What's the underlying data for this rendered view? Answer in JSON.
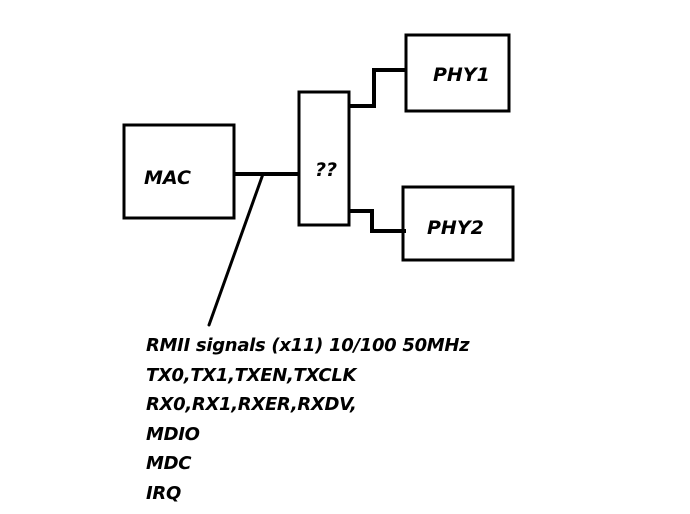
{
  "blocks": {
    "mac": "MAC",
    "mux": "??",
    "phy1": "PHY1",
    "phy2": "PHY2"
  },
  "notes": [
    "RMII signals (x11) 10/100 50MHz",
    "TX0,TX1,TXEN,TXCLK",
    "RX0,RX1,RXER,RXDV,",
    "MDIO",
    "MDC",
    "IRQ"
  ]
}
